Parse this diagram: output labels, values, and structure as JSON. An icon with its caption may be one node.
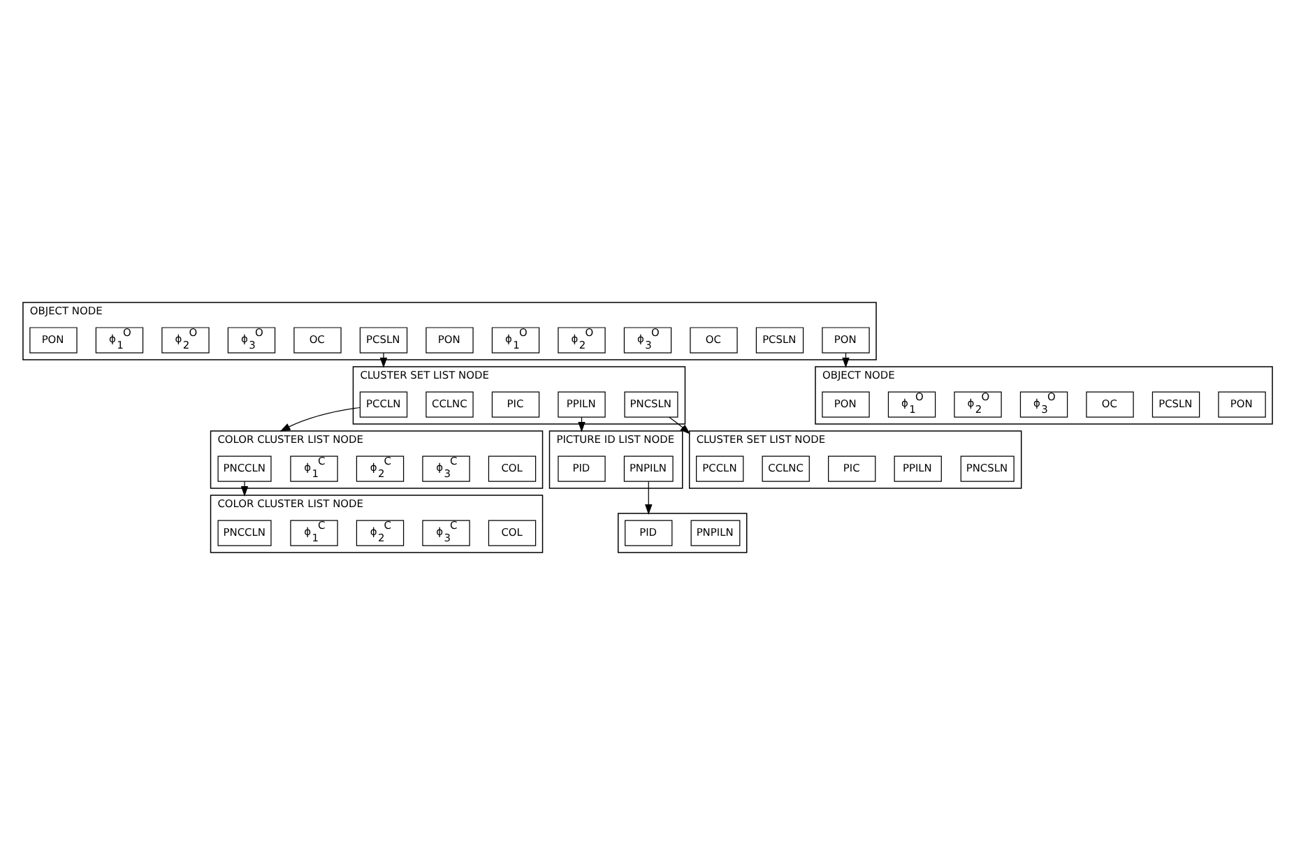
{
  "diagram": {
    "nodes": [
      {
        "text": [
          "OBJECT NODE"
        ]
      },
      {
        "text": [
          "PON"
        ],
        "in": 0
      },
      {
        "text": [
          "ϕ$_{1}$$^{O}$"
        ],
        "in": 0
      },
      {
        "text": [
          "ϕ$_{2}$$^{O}$"
        ],
        "in": 0
      },
      {
        "text": [
          "ϕ$_{3}$$^{O}$"
        ],
        "in": 0
      },
      {
        "text": [
          "OC"
        ],
        "in": 0
      },
      {
        "text": [
          "PCSLN"
        ],
        "in": 0
      },
      {
        "text": [
          "PON"
        ],
        "in": 0
      },
      {
        "text": [
          "ϕ$_{1}$$^{O}$"
        ],
        "in": 0
      },
      {
        "text": [
          "ϕ$_{2}$$^{O}$"
        ],
        "in": 0
      },
      {
        "text": [
          "ϕ$_{3}$$^{O}$"
        ],
        "in": 0
      },
      {
        "text": [
          "OC"
        ],
        "in": 0
      },
      {
        "text": [
          "PCSLN"
        ],
        "in": 0
      },
      {
        "text": [
          "PON"
        ],
        "in": 0
      },
      {
        "text": [
          "OBJECT NODE"
        ]
      },
      {
        "text": [
          "PON"
        ],
        "in": 14
      },
      {
        "text": [
          "ϕ$_{1}$$^{O}$"
        ],
        "in": 14
      },
      {
        "text": [
          "ϕ$_{2}$$^{O}$"
        ],
        "in": 14
      },
      {
        "text": [
          "ϕ$_{3}$$^{O}$"
        ],
        "in": 14
      },
      {
        "text": [
          "OC"
        ],
        "in": 14
      },
      {
        "text": [
          "PCSLN"
        ],
        "in": 14
      },
      {
        "text": [
          "PON"
        ],
        "in": 14
      },
      {
        "text": [
          "CLUSTER SET LIST NODE"
        ]
      },
      {
        "text": [
          "PCCLN"
        ],
        "in": 22
      },
      {
        "text": [
          "CCLNC"
        ],
        "in": 22
      },
      {
        "text": [
          "PIC"
        ],
        "in": 22
      },
      {
        "text": [
          "PPILN"
        ],
        "in": 22
      },
      {
        "text": [
          "PNCSLN"
        ],
        "in": 22
      },
      {
        "text": [
          "CLUSTER SET LIST NODE"
        ]
      },
      {
        "text": [
          "PCCLN"
        ],
        "in": 28
      },
      {
        "text": [
          "CCLNC"
        ],
        "in": 28
      },
      {
        "text": [
          "PIC"
        ],
        "in": 28
      },
      {
        "text": [
          "PPILN"
        ],
        "in": 28
      },
      {
        "text": [
          "PNCSLN"
        ],
        "in": 28
      },
      {
        "text": [
          "PICTURE ID LIST NODE"
        ]
      },
      {
        "text": [
          "PID"
        ],
        "in": 34
      },
      {
        "text": [
          "PNPILN"
        ],
        "in": 34
      },
      {
        "text": [],
        "shape": "box"
      },
      {
        "text": [
          "PID"
        ],
        "in": 37
      },
      {
        "text": [
          "PNPILN"
        ],
        "in": 37
      },
      {
        "text": [
          "COLOR CLUSTER LIST NODE"
        ]
      },
      {
        "text": [
          "PNCCLN"
        ],
        "in": 40
      },
      {
        "text": [
          "ϕ$_{1}$$^{C}$"
        ],
        "in": 40
      },
      {
        "text": [
          "ϕ$_{2}$$^{C}$"
        ],
        "in": 40
      },
      {
        "text": [
          "ϕ$_{3}$$^{C}$"
        ],
        "in": 40
      },
      {
        "text": [
          "COL"
        ],
        "in": 40
      },
      {
        "text": [
          "COLOR CLUSTER LIST NODE"
        ]
      },
      {
        "text": [
          "PNCCLN"
        ],
        "in": 46
      },
      {
        "text": [
          "ϕ$_{1}$$^{C}$"
        ],
        "in": 46
      },
      {
        "text": [
          "ϕ$_{2}$$^{C}$"
        ],
        "in": 46
      },
      {
        "text": [
          "ϕ$_{3}$$^{C}$"
        ],
        "in": 46
      },
      {
        "text": [
          "COL"
        ],
        "in": 46
      }
    ],
    "edges": [
      {
        "from": 6,
        "to": 22,
        "arrow": "to"
      },
      {
        "from": 13,
        "to": 14,
        "arrow": "to"
      },
      {
        "from": 27,
        "to": 28,
        "arrow": "to"
      },
      {
        "from": 26,
        "to": 34,
        "arrow": "to"
      },
      {
        "from": 36,
        "to": 37,
        "arrow": "to"
      },
      {
        "from": 23,
        "to": 40,
        "arrow": "to"
      },
      {
        "from": 41,
        "to": 46,
        "arrow": "to"
      }
    ]
  }
}
